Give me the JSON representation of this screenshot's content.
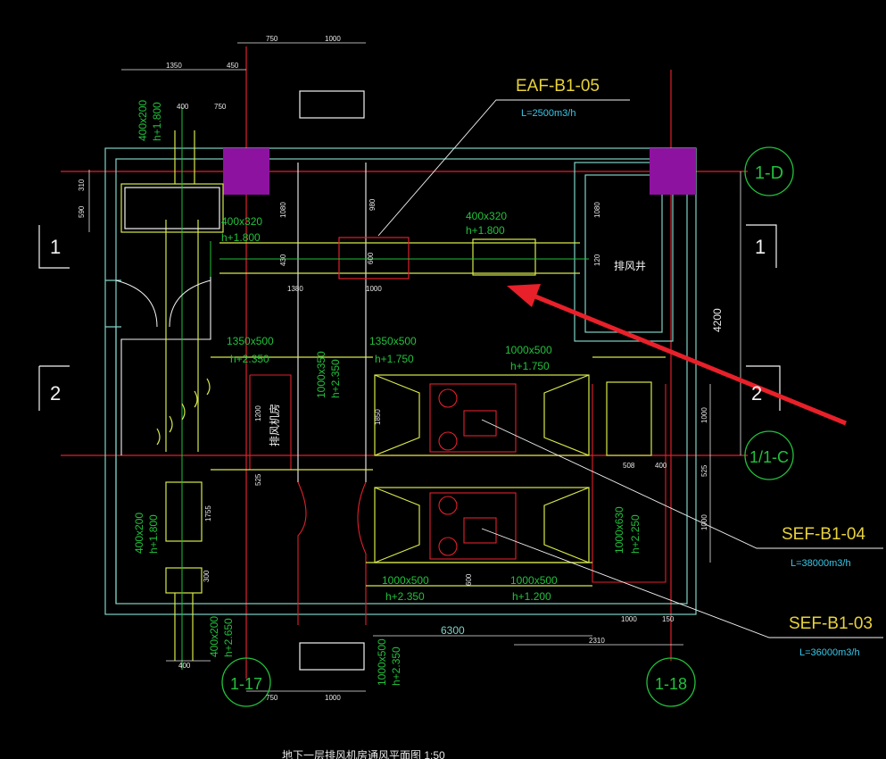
{
  "colors": {
    "background": "#000000",
    "wall": "#7fd3c6",
    "duct": "#d8e84a",
    "green": "#22c13c",
    "red": "#e0202c",
    "white": "#f2f2f2",
    "purple": "#8e12a0",
    "dim": "#e8e8e8",
    "tag": "#e8d23a",
    "cyanText": "#39c7e8",
    "arrow": "#e8202a"
  },
  "tags": {
    "eaf": {
      "name": "EAF-B1-05",
      "flow": "L=2500m3/h"
    },
    "sef04": {
      "name": "SEF-B1-04",
      "flow": "L=38000m3/h"
    },
    "sef03": {
      "name": "SEF-B1-03",
      "flow": "L=36000m3/h"
    }
  },
  "grid_bubbles": {
    "d": "1-D",
    "c": "1/1-C",
    "g17": "1-17",
    "g18": "1-18"
  },
  "section_marks": {
    "left1": "1",
    "right1": "1",
    "left2": "2",
    "right2": "2"
  },
  "duct_labels": {
    "top_size": "400x320",
    "top_height": "h+1.800",
    "left_size": "400x320",
    "left_height": "h+1.800",
    "mid_left_size": "1350x500",
    "mid_left_height": "h+2.350",
    "mid_right_size": "1350x500",
    "mid_right_height": "h+1.750",
    "right_size": "1000x500",
    "right_height": "h+1.750",
    "bottom_left_size": "1000x500",
    "bottom_left_height": "h+2.350",
    "bottom_right_size": "1000x500",
    "bottom_right_height": "h+1.200",
    "vert_mid_size": "1000x350",
    "vert_mid_height": "h+2.350",
    "vert_right_size": "1000x630",
    "vert_right_height": "h+2.250",
    "vert_topleft_size": "400x200",
    "vert_topleft_height": "h+1.800",
    "vert_left_size": "400x200",
    "vert_left_height": "h+1.800",
    "vert_botleft_size": "400x200",
    "vert_botleft_height": "h+2.650",
    "vert_bot_size": "1000x500",
    "vert_bot_height": "h+2.350"
  },
  "room_labels": {
    "exhaust_shaft": "排风井",
    "exhaust_room": "排风机房"
  },
  "dimensions": {
    "d750_top": "750",
    "d1000_top": "1000",
    "d1350": "1350",
    "d450": "450",
    "d400": "400",
    "d750b": "750",
    "d310": "310",
    "d590": "590",
    "d1080": "1080",
    "d980": "980",
    "d1380": "1380",
    "d1000b": "1000",
    "d430": "430",
    "d600": "600",
    "d120": "120",
    "d1080r": "1080",
    "d4200": "4200",
    "d1200": "1200",
    "d525": "525",
    "d1850": "1850",
    "d1755": "1755",
    "d508": "508",
    "d400r": "400",
    "d1000r": "1000",
    "d525r": "525",
    "d1000r2": "1000",
    "d600b": "600",
    "d6300": "6300",
    "d1000c": "1000",
    "d150": "150",
    "d2310": "2310",
    "d400b": "400",
    "d750c": "750",
    "d1000d": "1000",
    "d300": "300"
  },
  "bottom_caption": "地下一层排风机房通风平面图 1:50"
}
